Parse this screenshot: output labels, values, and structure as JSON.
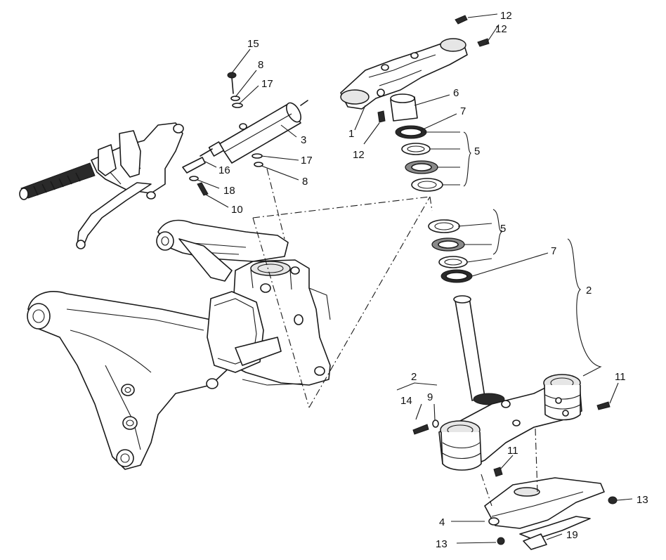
{
  "callouts": [
    {
      "id": "c12a",
      "text": "12"
    },
    {
      "id": "c12b",
      "text": "12"
    },
    {
      "id": "c15",
      "text": "15"
    },
    {
      "id": "c8a",
      "text": "8"
    },
    {
      "id": "c17a",
      "text": "17"
    },
    {
      "id": "c6",
      "text": "6"
    },
    {
      "id": "c7a",
      "text": "7"
    },
    {
      "id": "c1",
      "text": "1"
    },
    {
      "id": "c3",
      "text": "3"
    },
    {
      "id": "c5a",
      "text": "5"
    },
    {
      "id": "c17b",
      "text": "17"
    },
    {
      "id": "c16",
      "text": "16"
    },
    {
      "id": "c8b",
      "text": "8"
    },
    {
      "id": "c18",
      "text": "18"
    },
    {
      "id": "c10",
      "text": "10"
    },
    {
      "id": "c5b",
      "text": "5"
    },
    {
      "id": "c7b",
      "text": "7"
    },
    {
      "id": "c2a",
      "text": "2"
    },
    {
      "id": "c11a",
      "text": "11"
    },
    {
      "id": "c2b",
      "text": "2"
    },
    {
      "id": "c14",
      "text": "14"
    },
    {
      "id": "c9",
      "text": "9"
    },
    {
      "id": "c11b",
      "text": "11"
    },
    {
      "id": "c13a",
      "text": "13"
    },
    {
      "id": "c4",
      "text": "4"
    },
    {
      "id": "c13b",
      "text": "13"
    },
    {
      "id": "c19",
      "text": "19"
    }
  ]
}
